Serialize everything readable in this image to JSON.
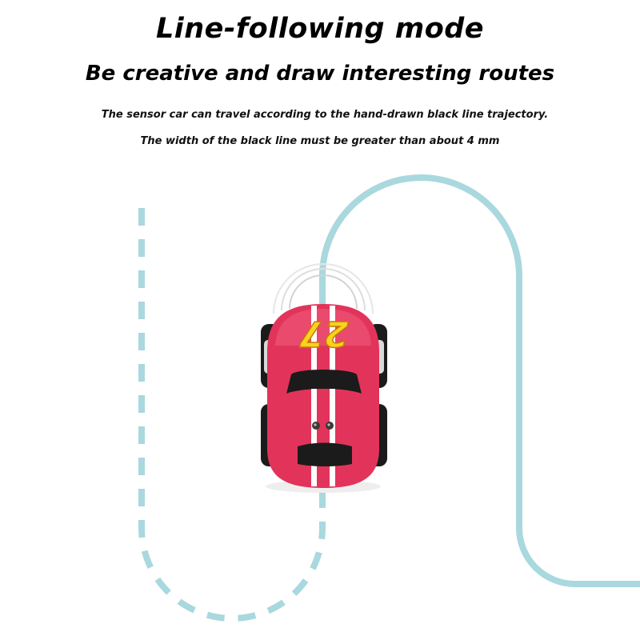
{
  "heading": {
    "title": "Line-following mode",
    "subtitle": "Be creative and draw interesting routes"
  },
  "description": {
    "line1": "The sensor car can travel according to the hand-drawn black line trajectory.",
    "line2": "The width of the black line must be greater than about 4 mm"
  },
  "car": {
    "number": "27",
    "body_color": "#e2345a",
    "number_color": "#f7d31c",
    "stripe_color": "#ffffff"
  },
  "track": {
    "color": "#a9d8de"
  }
}
